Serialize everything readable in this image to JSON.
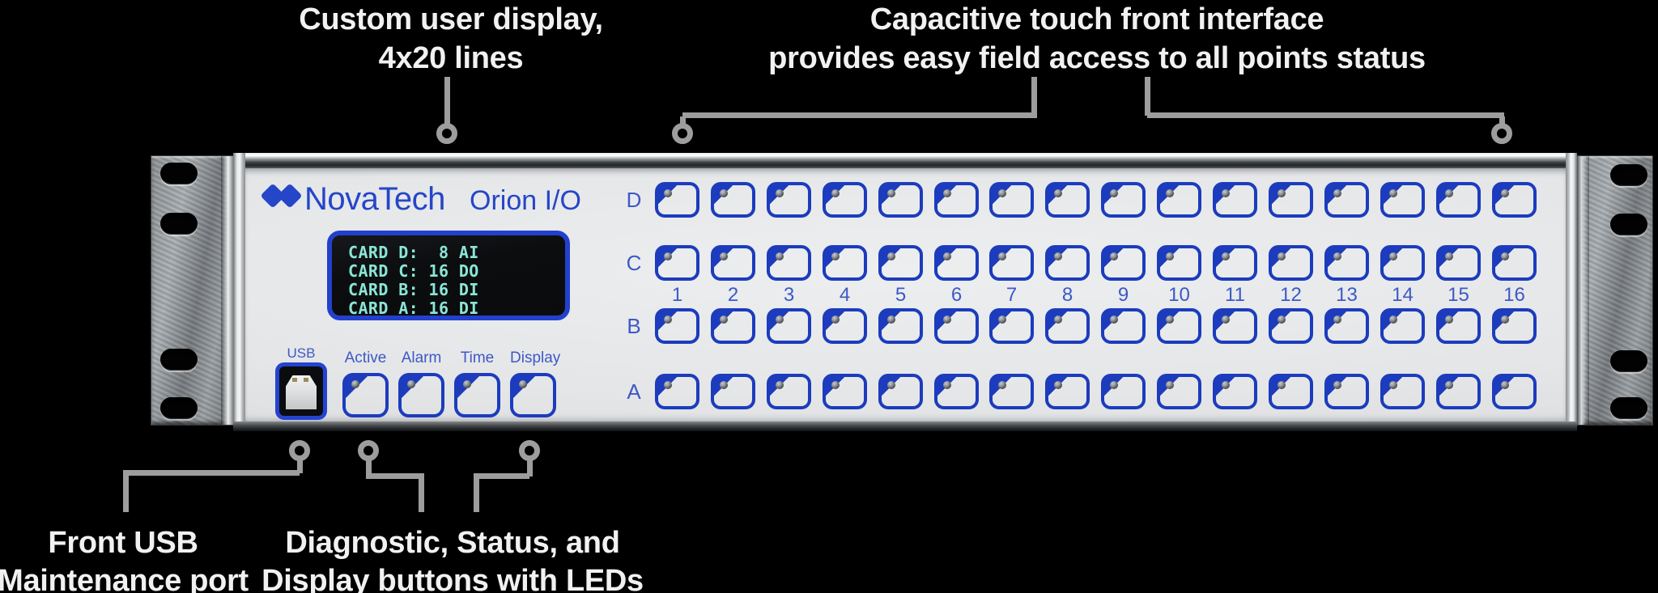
{
  "annotations": {
    "display": {
      "line1": "Custom user display,",
      "line2": "4x20 lines"
    },
    "touch": {
      "line1": "Capacitive touch front interface",
      "line2": "provides easy field access to all points status"
    },
    "usb": {
      "line1": "Front USB",
      "line2": "Maintenance port"
    },
    "buttons": {
      "line1": "Diagnostic, Status, and",
      "line2": "Display buttons with LEDs"
    }
  },
  "device": {
    "brand": "NovaTech",
    "model": "Orion I/O",
    "lcd": {
      "lines": [
        "CARD D:  8 AI",
        "CARD C: 16 DO",
        "CARD B: 16 DI",
        "CARD A: 16 DI"
      ]
    },
    "usb_label": "USB",
    "control_buttons": [
      {
        "label": "Active"
      },
      {
        "label": "Alarm"
      },
      {
        "label": "Time"
      },
      {
        "label": "Display"
      }
    ],
    "grid": {
      "row_labels": [
        "D",
        "C",
        "B",
        "A"
      ],
      "column_labels": [
        "1",
        "2",
        "3",
        "4",
        "5",
        "6",
        "7",
        "8",
        "9",
        "10",
        "11",
        "12",
        "13",
        "14",
        "15",
        "16"
      ]
    }
  },
  "colors": {
    "accent_blue": "#1c3cbd",
    "logo_blue": "#2546c8",
    "label_blue": "#3d59c6",
    "lcd_text": "#8be6d7",
    "callout_gray": "#9d9d9d",
    "panel_face": "#e6e7e9"
  }
}
